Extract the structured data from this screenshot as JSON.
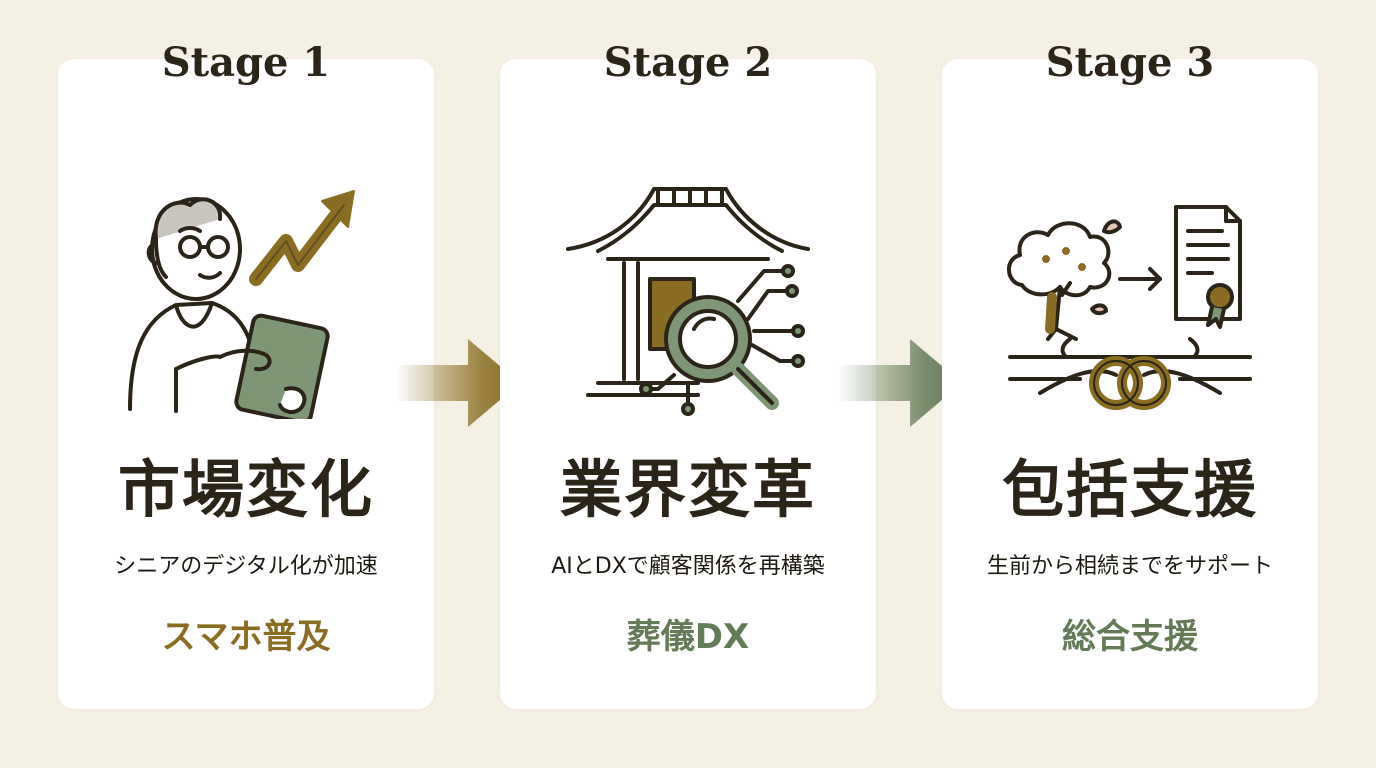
{
  "stages": [
    {
      "label": "Stage 1",
      "title": "市場変化",
      "subtitle": "シニアのデジタル化が加速",
      "highlight": "スマホ普及",
      "icon": "senior-with-tablet-and-growth-arrow-icon"
    },
    {
      "label": "Stage 2",
      "title": "業界変革",
      "subtitle": "AIとDXで顧客関係を再構築",
      "highlight": "葬儀DX",
      "icon": "temple-with-magnifier-network-icon"
    },
    {
      "label": "Stage 3",
      "title": "包括支援",
      "subtitle": "生前から相続までをサポート",
      "highlight": "総合支援",
      "icon": "tree-certificate-linked-hands-icon"
    }
  ],
  "colors": {
    "background": "#f5f0e4",
    "card": "#ffffff",
    "text": "#2b2418",
    "gold": "#8a6d22",
    "sage": "#647b58"
  }
}
